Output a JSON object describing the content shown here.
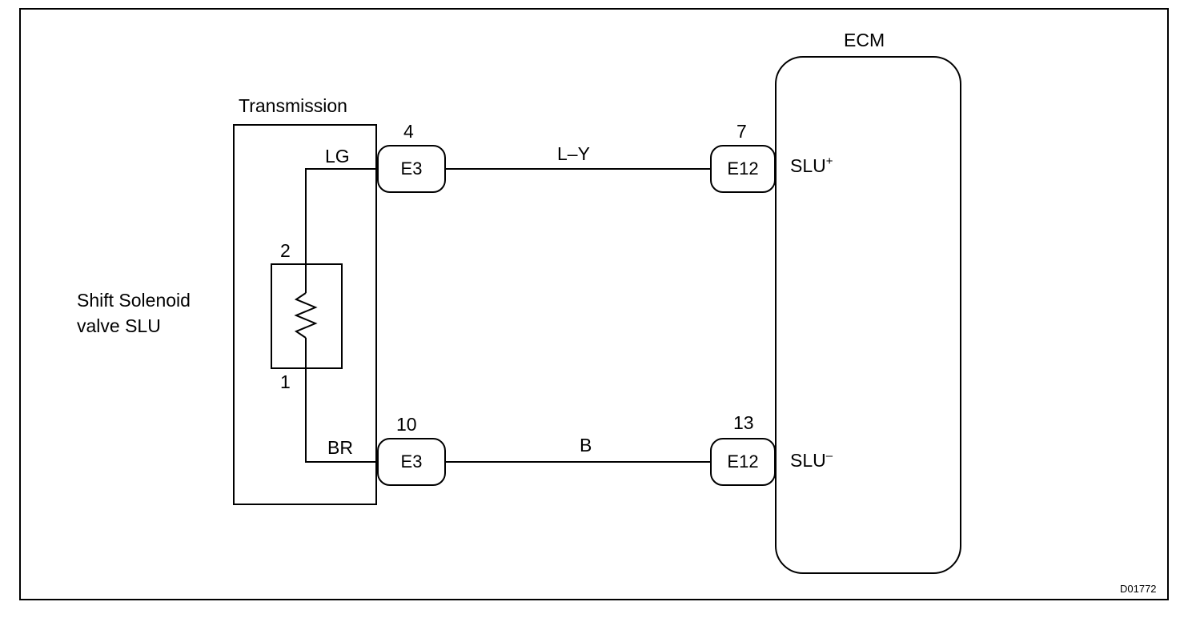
{
  "transmission": {
    "label": "Transmission"
  },
  "solenoid": {
    "label_line1": "Shift Solenoid",
    "label_line2": "valve SLU",
    "pin_top": "2",
    "pin_bottom": "1"
  },
  "ecm": {
    "label": "ECM"
  },
  "circuits": [
    {
      "wire_tx_side": "LG",
      "tx_connector": "E3",
      "tx_pin": "4",
      "wire_color": "L–Y",
      "ecm_connector": "E12",
      "ecm_pin": "7",
      "terminal_base": "SLU",
      "terminal_sign": "+"
    },
    {
      "wire_tx_side": "BR",
      "tx_connector": "E3",
      "tx_pin": "10",
      "wire_color": "B",
      "ecm_connector": "E12",
      "ecm_pin": "13",
      "terminal_base": "SLU",
      "terminal_sign": "–"
    }
  ],
  "diagram_code": "D01772"
}
